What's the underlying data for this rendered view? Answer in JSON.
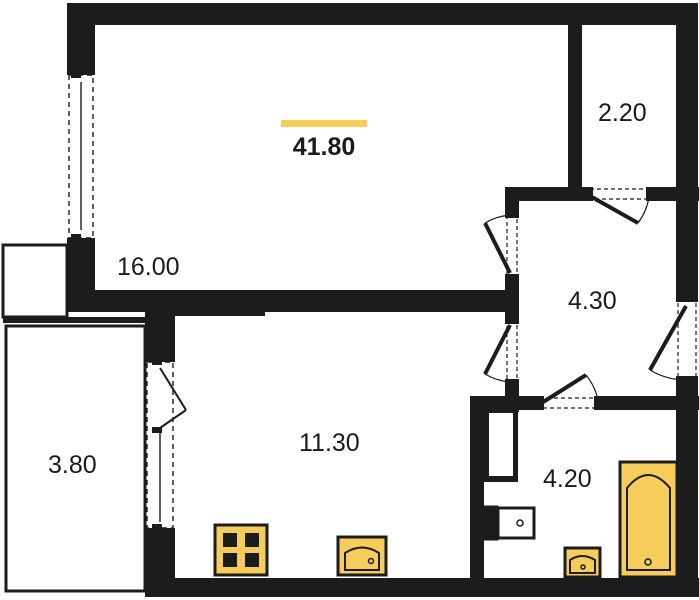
{
  "plan": {
    "total_area": "41.80",
    "accent_color": "#F6CC5B",
    "wall_color": "#1c1c1c",
    "rooms": [
      {
        "id": "living",
        "area": "16.00"
      },
      {
        "id": "storage",
        "area": "2.20"
      },
      {
        "id": "hallway",
        "area": "4.30"
      },
      {
        "id": "kitchen",
        "area": "11.30"
      },
      {
        "id": "bathroom",
        "area": "4.20"
      },
      {
        "id": "balcony",
        "area": "3.80"
      }
    ]
  }
}
